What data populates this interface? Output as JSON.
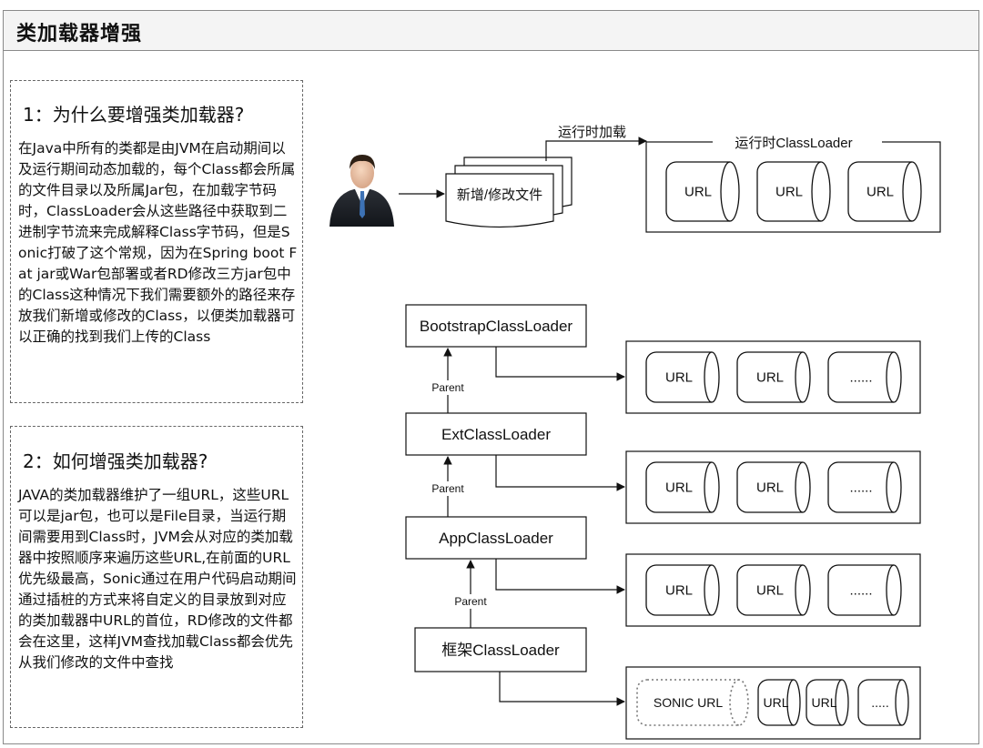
{
  "title": "类加载器增强",
  "note1": {
    "heading": "1：为什么要增强类加载器?",
    "body": "在Java中所有的类都是由JVM在启动期间以及运行期间动态加载的，每个Class都会所属的文件目录以及所属Jar包，在加载字节码时，ClassLoader会从这些路径中获取到二进制字节流来完成解释Class字节码，但是Sonic打破了这个常规，因为在Spring boot Fat jar或War包部署或者RD修改三方jar包中的Class这种情况下我们需要额外的路径来存放我们新增或修改的Class，以便类加载器可以正确的找到我们上传的Class"
  },
  "note2": {
    "heading": "2：如何增强类加载器?",
    "body": "JAVA的类加载器维护了一组URL，这些URL可以是jar包，也可以是File目录，当运行期间需要用到Class时，JVM会从对应的类加载器中按照顺序来遍历这些URL,在前面的URL优先级最高，Sonic通过在用户代码启动期间通过插桩的方式来将自定义的目录放到对应的类加载器中URL的首位，RD修改的文件都会在这里，这样JVM查找加载Class都会优先从我们修改的文件中查找"
  },
  "runtime": {
    "file_label": "新增/修改文件",
    "load_label": "运行时加载",
    "group_label": "运行时ClassLoader",
    "urls": [
      "URL",
      "URL",
      "URL"
    ]
  },
  "loaders": [
    {
      "name": "BootstrapClassLoader",
      "urls": [
        "URL",
        "URL",
        "......"
      ]
    },
    {
      "name": "ExtClassLoader",
      "urls": [
        "URL",
        "URL",
        "......"
      ]
    },
    {
      "name": "AppClassLoader",
      "urls": [
        "URL",
        "URL",
        "......"
      ]
    },
    {
      "name": "框架ClassLoader",
      "sonic_label": "SONIC URL",
      "urls": [
        "URL",
        "URL",
        "....."
      ]
    }
  ],
  "parent_label": "Parent"
}
